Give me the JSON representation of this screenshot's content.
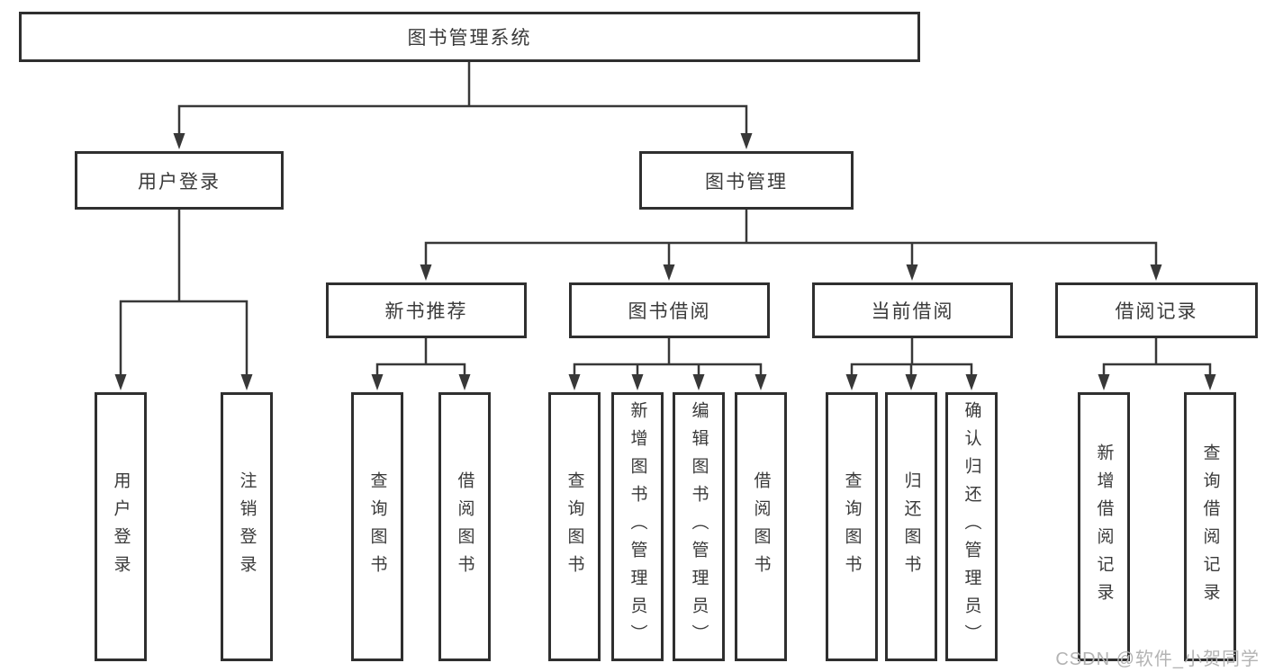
{
  "colors": {
    "background": "#ffffff",
    "line": "#383838",
    "box_border": "#2f2f2f",
    "text": "#3a3a3a",
    "watermark": "#b3b3b3"
  },
  "nodes": {
    "root": "图书管理系统",
    "user_login": "用户登录",
    "book_mgmt": "图书管理",
    "new_book_rec": "新书推荐",
    "book_borrow": "图书借阅",
    "current_borrow": "当前借阅",
    "borrow_records": "借阅记录",
    "ul_user_login": "用户登录",
    "ul_logout": "注销登录",
    "nb_query_book": "查询图书",
    "nb_borrow_book": "借阅图书",
    "bb_query_book": "查询图书",
    "bb_add_book": "新增图书（管理员）",
    "bb_edit_book": "编辑图书（管理员）",
    "bb_borrow_book": "借阅图书",
    "cb_query_book": "查询图书",
    "cb_return_book": "归还图书",
    "cb_confirm_return": "确认归还（管理员）",
    "br_add_record": "新增借阅记录",
    "br_query_record": "查询借阅记录"
  },
  "watermark": "CSDN @软件_小贺同学"
}
